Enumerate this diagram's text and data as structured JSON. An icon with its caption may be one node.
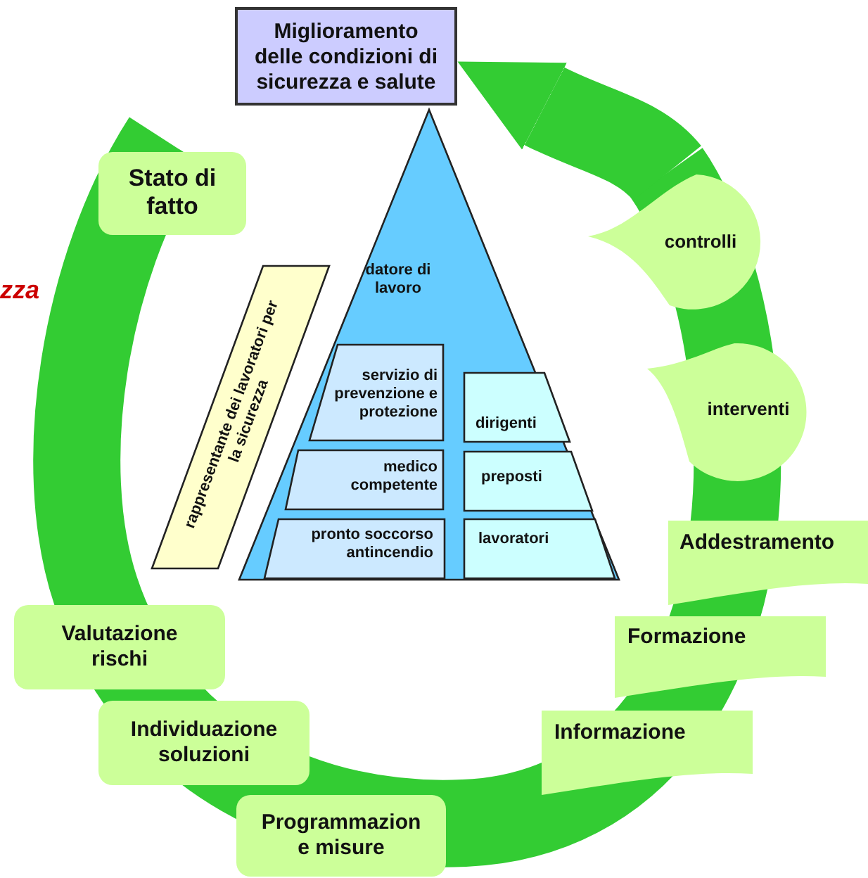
{
  "diagram": {
    "nodes": [
      {
        "text": [
          "Miglioramento delle condizioni di sicurezza e salute"
        ]
      },
      {
        "text": [
          "Stato di fatto"
        ]
      },
      {
        "text": [
          "controlli"
        ]
      },
      {
        "text": [
          "interventi"
        ]
      },
      {
        "text": [
          "Addestramento"
        ]
      },
      {
        "text": [
          "Formazione"
        ]
      },
      {
        "text": [
          "Informazione"
        ]
      },
      {
        "text": [
          "Programmazion e misure"
        ]
      },
      {
        "text": [
          "Individuazione soluzioni"
        ]
      },
      {
        "text": [
          "Valutazione rischi"
        ]
      },
      {
        "text": [
          "datore di lavoro"
        ]
      },
      {
        "text": [
          "servizio di prevenzione e protezione"
        ],
        "in": 10
      },
      {
        "text": [
          "medico competente"
        ],
        "in": 10
      },
      {
        "text": [
          "pronto soccorso antincendio"
        ],
        "in": 10
      },
      {
        "text": [
          "dirigenti"
        ],
        "in": 10
      },
      {
        "text": [
          "preposti"
        ],
        "in": 10
      },
      {
        "text": [
          "lavoratori"
        ],
        "in": 10
      },
      {
        "text": [
          "rappresentante dei lavoratori per la sicurezza"
        ]
      }
    ],
    "edges": [
      {
        "from": 2,
        "to": 0,
        "arrow": "to"
      }
    ],
    "labels": [
      "zza"
    ]
  }
}
